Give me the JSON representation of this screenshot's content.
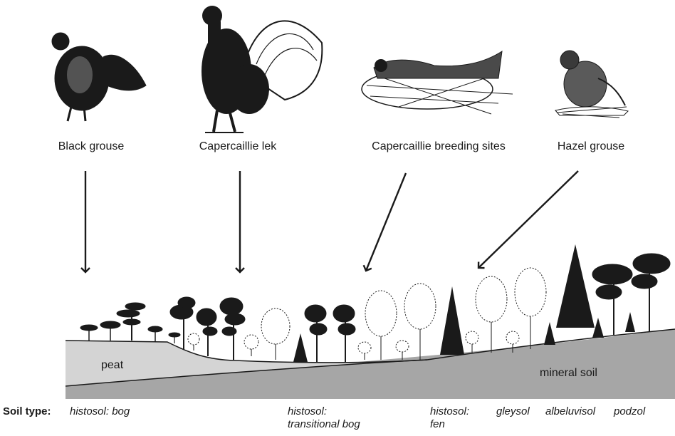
{
  "birds": [
    {
      "id": "black-grouse",
      "label": "Black grouse"
    },
    {
      "id": "capercaillie-lek",
      "label": "Capercaillie lek"
    },
    {
      "id": "capercaillie-breeding",
      "label": "Capercaillie breeding sites"
    },
    {
      "id": "hazel-grouse",
      "label": "Hazel grouse"
    }
  ],
  "zones": {
    "peat": "peat",
    "mineral": "mineral soil"
  },
  "soil": {
    "heading": "Soil type:",
    "types": [
      {
        "line1": "histosol: bog",
        "line2": ""
      },
      {
        "line1": "histosol:",
        "line2": "transitional bog"
      },
      {
        "line1": "histosol:",
        "line2": "fen"
      },
      {
        "line1": "gleysol",
        "line2": ""
      },
      {
        "line1": "albeluvisol",
        "line2": ""
      },
      {
        "line1": "podzol",
        "line2": ""
      }
    ]
  },
  "colors": {
    "peat": "#d4d4d4",
    "mineral": "#a6a6a6",
    "ink": "#1a1a1a"
  }
}
